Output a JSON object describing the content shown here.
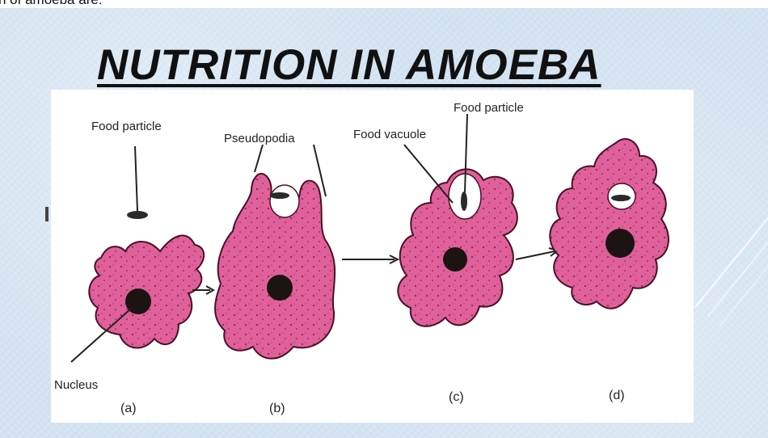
{
  "header_fragment": "n of amoeba are:",
  "title": "NUTRITION IN AMOEBA",
  "labels": {
    "food_particle_a": "Food particle",
    "pseudopodia": "Pseudopodia",
    "food_vacuole": "Food vacuole",
    "food_particle_c": "Food particle",
    "nucleus": "Nucleus"
  },
  "stages": [
    "(a)",
    "(b)",
    "(c)",
    "(d)"
  ],
  "colors": {
    "cytoplasm": "#e0609a",
    "outline": "#4a1026",
    "nucleus": "#1c1313",
    "slide_bg": "#d3e3f1"
  }
}
